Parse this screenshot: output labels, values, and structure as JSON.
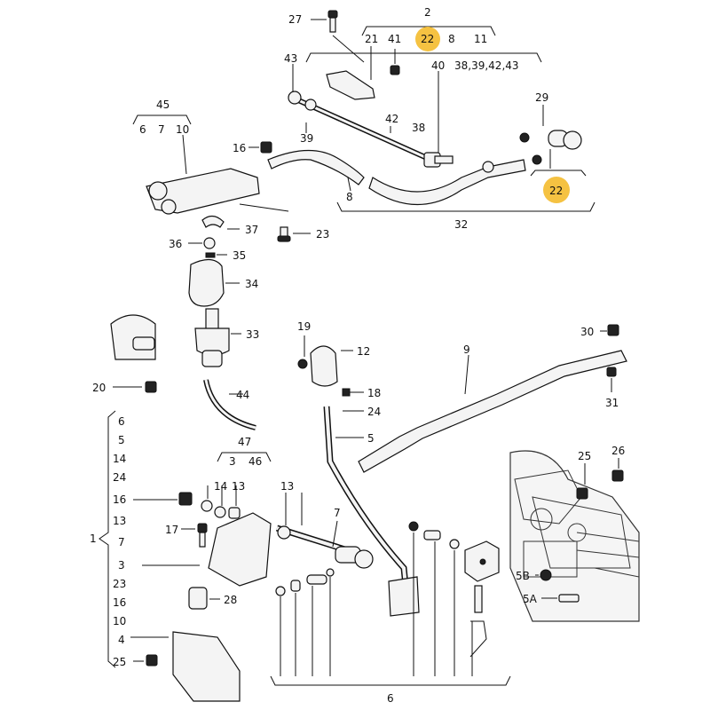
{
  "labels": {
    "n2": "2",
    "n27": "27",
    "n21": "21",
    "n41": "41",
    "n22a": "22",
    "n8a": "8",
    "n11": "11",
    "n43": "43",
    "n40": "40",
    "n38s": "38,39,42,43",
    "n42": "42",
    "n38": "38",
    "n29": "29",
    "n45": "45",
    "n6a": "6",
    "n7a": "7",
    "n10a": "10",
    "n16a": "16",
    "n39": "39",
    "n8b": "8",
    "n22b": "22",
    "n32": "32",
    "n37": "37",
    "n36": "36",
    "n35": "35",
    "n23a": "23",
    "n34": "34",
    "n33": "33",
    "n19": "19",
    "n12": "12",
    "n30": "30",
    "n9": "9",
    "n20": "20",
    "n44": "44",
    "n18": "18",
    "n24a": "24",
    "n31": "31",
    "n5": "5",
    "L6": "6",
    "L5": "5",
    "L14": "14",
    "L24": "24",
    "L16": "16",
    "L13": "13",
    "L7": "7",
    "L3": "3",
    "L23": "23",
    "L16b": "16",
    "L10": "10",
    "L4": "4",
    "L25": "25",
    "L1": "1",
    "n47": "47",
    "n3": "3",
    "n46": "46",
    "n14": "14",
    "n13a": "13",
    "n13b": "13",
    "n7b": "7",
    "n17": "17",
    "n28": "28",
    "n25": "25",
    "n26": "26",
    "n5B": "5B",
    "n5A": "5A",
    "n6b": "6"
  },
  "highlight_color": "#f5c242"
}
